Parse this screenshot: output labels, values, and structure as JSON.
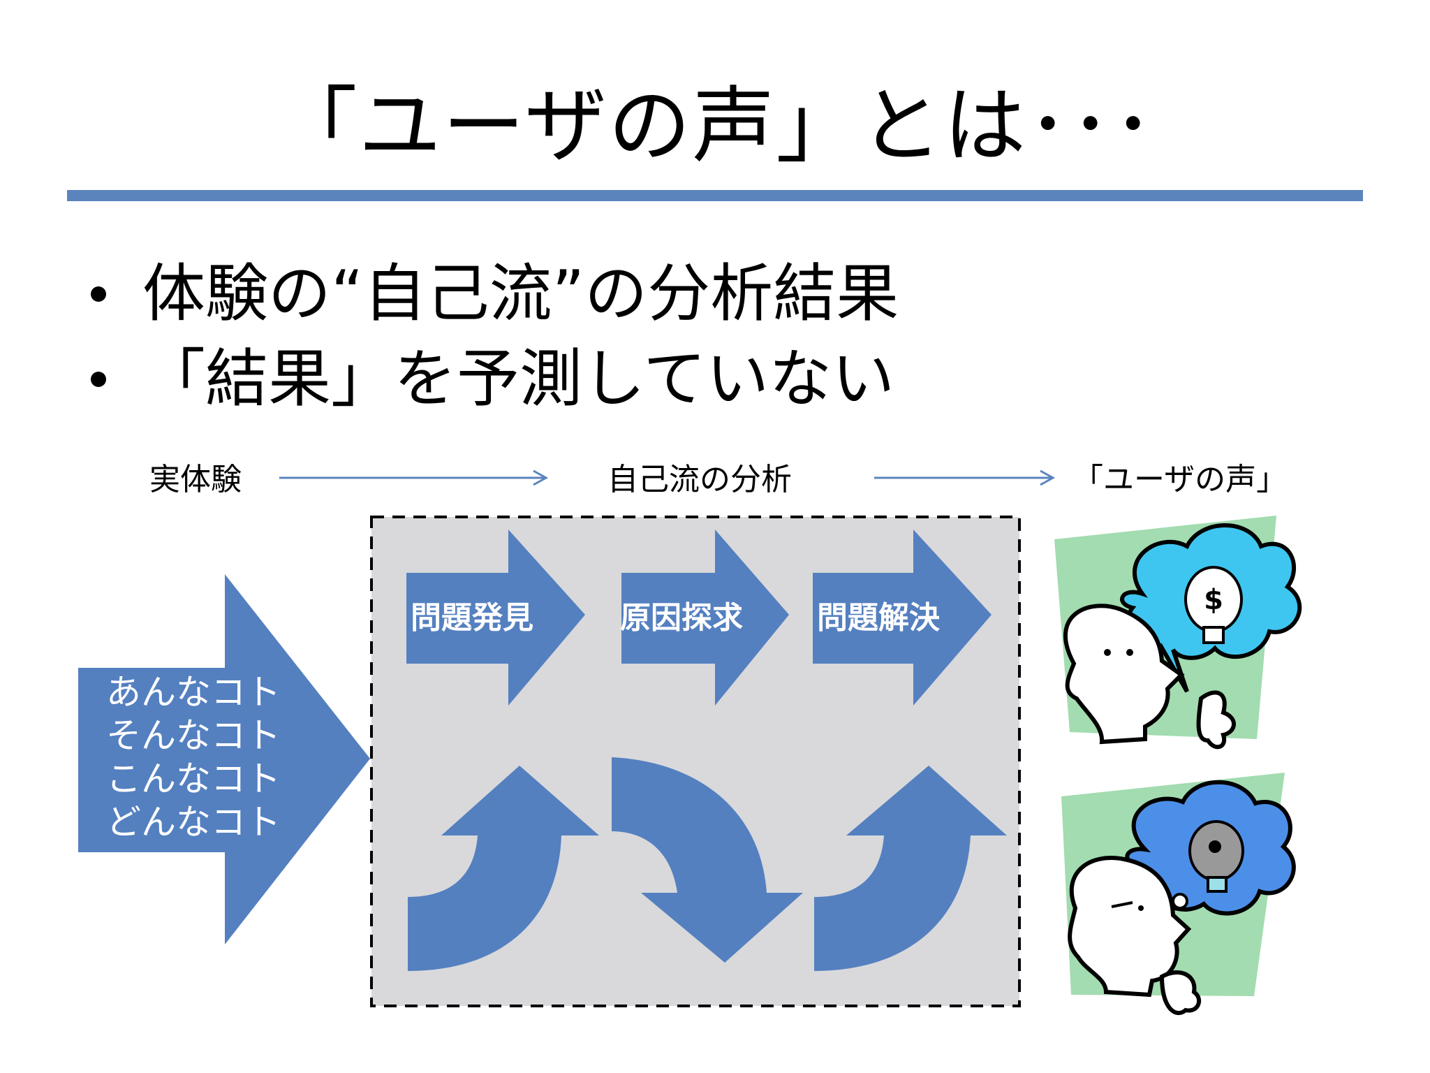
{
  "slide": {
    "title": "「ユーザの声」とは･･･",
    "bullets": [
      "体験の“自己流”の分析結果",
      "「結果」を予測していない"
    ]
  },
  "diagram": {
    "flow_labels": {
      "experience": "実体験",
      "analysis": "自己流の分析",
      "voice": "「ユーザの声」"
    },
    "big_arrow_lines": [
      "あんなコト",
      "そんなコト",
      "こんなコト",
      "どんなコト"
    ],
    "steps": [
      "問題発見",
      "原因探求",
      "問題解決"
    ],
    "icons": {
      "top": "person-idea-money-bulb-icon",
      "bottom": "person-thinking-broken-bulb-icon"
    },
    "colors": {
      "rule": "#5b84bd",
      "arrow": "#5480c0",
      "panel": "#d9d9db",
      "cloud_top": "#3fc6f0",
      "cloud_bottom": "#4c8fe8",
      "bg_square": "#a2dcb0"
    }
  }
}
